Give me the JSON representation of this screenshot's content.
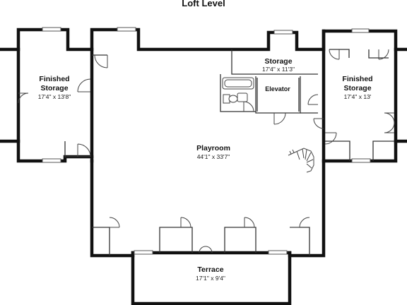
{
  "title": "Loft Level",
  "rooms": {
    "finished_storage_left": {
      "name_1": "Finished",
      "name_2": "Storage",
      "dims": "17'4\" x 13'8\""
    },
    "storage": {
      "name": "Storage",
      "dims": "17'4\" x 11'3\""
    },
    "elevator": {
      "name": "Elevator"
    },
    "finished_storage_right": {
      "name_1": "Finished",
      "name_2": "Storage",
      "dims": "17'4\" x 13'"
    },
    "playroom": {
      "name": "Playroom",
      "dims": "44'1\" x 33'7\""
    },
    "terrace": {
      "name": "Terrace",
      "dims": "17'1\" x 9'4\""
    }
  }
}
